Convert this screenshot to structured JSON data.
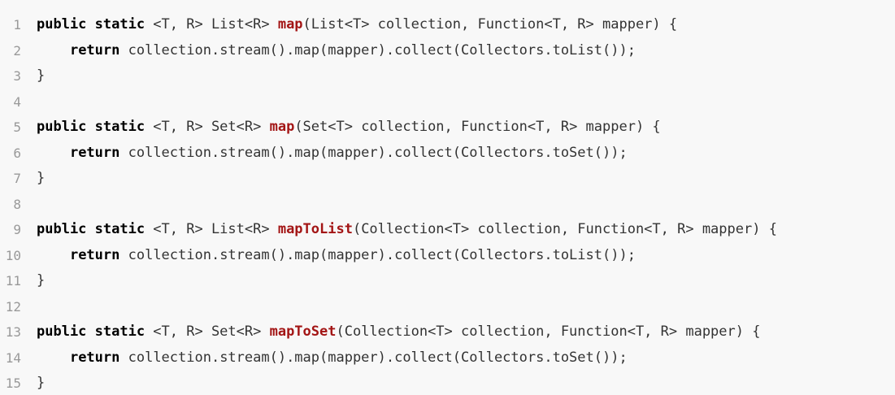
{
  "colors": {
    "background": "#f8f8f8",
    "keyword": "#000000",
    "function_name": "#a31515",
    "line_number": "#999999",
    "text": "#333333"
  },
  "lines": [
    {
      "n": "1",
      "tokens": [
        {
          "t": "public static",
          "c": "kw"
        },
        {
          "t": " <T, R> List<R> ",
          "c": "tx"
        },
        {
          "t": "map",
          "c": "fn"
        },
        {
          "t": "(List<T> collection, Function<T, R> mapper) {",
          "c": "tx"
        }
      ]
    },
    {
      "n": "2",
      "tokens": [
        {
          "t": "    ",
          "c": "tx"
        },
        {
          "t": "return",
          "c": "kw"
        },
        {
          "t": " collection.stream().map(mapper).collect(Collectors.toList());",
          "c": "tx"
        }
      ]
    },
    {
      "n": "3",
      "tokens": [
        {
          "t": "}",
          "c": "tx"
        }
      ]
    },
    {
      "n": "4",
      "tokens": []
    },
    {
      "n": "5",
      "tokens": [
        {
          "t": "public static",
          "c": "kw"
        },
        {
          "t": " <T, R> Set<R> ",
          "c": "tx"
        },
        {
          "t": "map",
          "c": "fn"
        },
        {
          "t": "(Set<T> collection, Function<T, R> mapper) {",
          "c": "tx"
        }
      ]
    },
    {
      "n": "6",
      "tokens": [
        {
          "t": "    ",
          "c": "tx"
        },
        {
          "t": "return",
          "c": "kw"
        },
        {
          "t": " collection.stream().map(mapper).collect(Collectors.toSet());",
          "c": "tx"
        }
      ]
    },
    {
      "n": "7",
      "tokens": [
        {
          "t": "}",
          "c": "tx"
        }
      ]
    },
    {
      "n": "8",
      "tokens": []
    },
    {
      "n": "9",
      "tokens": [
        {
          "t": "public static",
          "c": "kw"
        },
        {
          "t": " <T, R> List<R> ",
          "c": "tx"
        },
        {
          "t": "mapToList",
          "c": "fn"
        },
        {
          "t": "(Collection<T> collection, Function<T, R> mapper) {",
          "c": "tx"
        }
      ]
    },
    {
      "n": "10",
      "tokens": [
        {
          "t": "    ",
          "c": "tx"
        },
        {
          "t": "return",
          "c": "kw"
        },
        {
          "t": " collection.stream().map(mapper).collect(Collectors.toList());",
          "c": "tx"
        }
      ]
    },
    {
      "n": "11",
      "tokens": [
        {
          "t": "}",
          "c": "tx"
        }
      ]
    },
    {
      "n": "12",
      "tokens": []
    },
    {
      "n": "13",
      "tokens": [
        {
          "t": "public static",
          "c": "kw"
        },
        {
          "t": " <T, R> Set<R> ",
          "c": "tx"
        },
        {
          "t": "mapToSet",
          "c": "fn"
        },
        {
          "t": "(Collection<T> collection, Function<T, R> mapper) {",
          "c": "tx"
        }
      ]
    },
    {
      "n": "14",
      "tokens": [
        {
          "t": "    ",
          "c": "tx"
        },
        {
          "t": "return",
          "c": "kw"
        },
        {
          "t": " collection.stream().map(mapper).collect(Collectors.toSet());",
          "c": "tx"
        }
      ]
    },
    {
      "n": "15",
      "tokens": [
        {
          "t": "}",
          "c": "tx"
        }
      ]
    }
  ]
}
